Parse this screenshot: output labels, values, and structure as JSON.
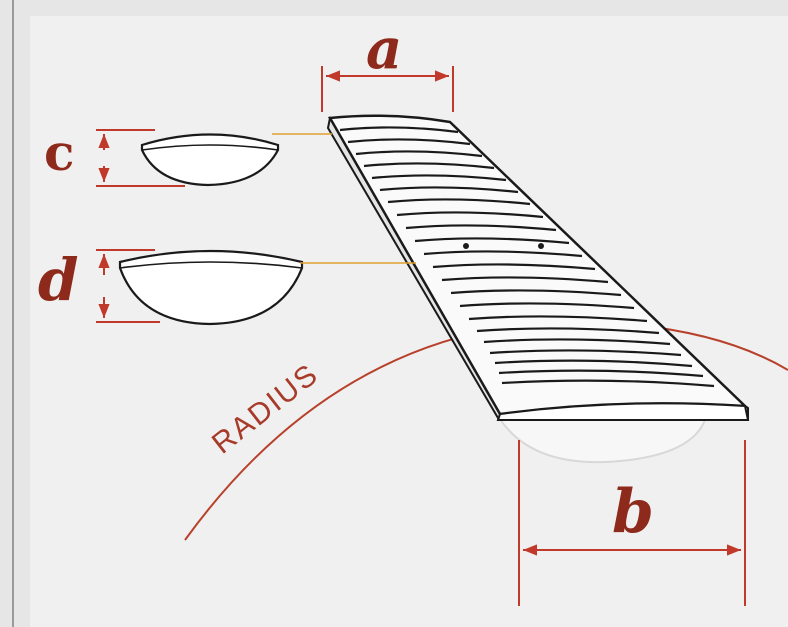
{
  "labels": {
    "a": "a",
    "b": "b",
    "c": "c",
    "d": "d",
    "radius": "RADIUS"
  },
  "colors": {
    "dimension": "#c0392b",
    "letter": "#8e2a1c",
    "leader": "#e0a030",
    "outline": "#1a1a1a",
    "panel": "#f0f0f0"
  }
}
